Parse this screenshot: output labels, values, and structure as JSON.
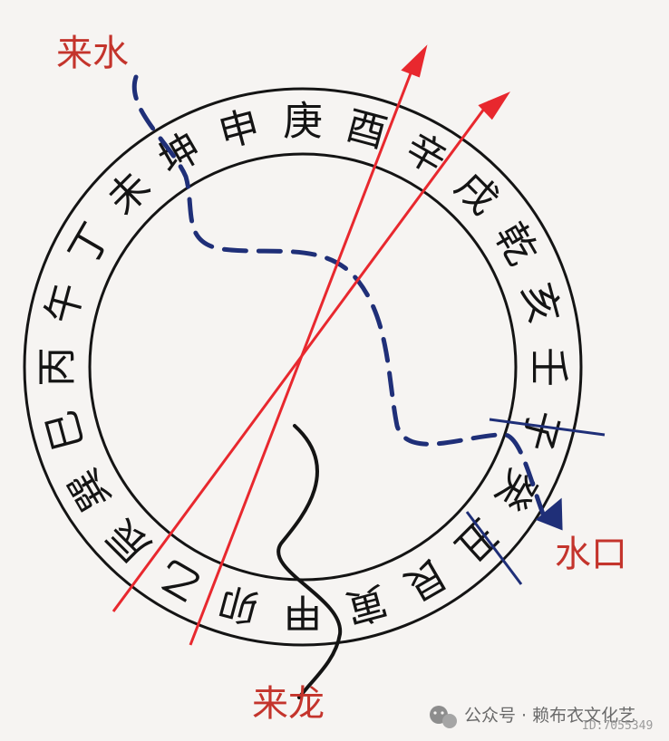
{
  "labels": {
    "incoming_water": "来水",
    "incoming_dragon": "来龙",
    "water_outlet": "水口"
  },
  "ring": {
    "characters": [
      "巽",
      "巳",
      "丙",
      "午",
      "丁",
      "未",
      "坤",
      "申",
      "庚",
      "酉",
      "辛",
      "戌",
      "乾",
      "亥",
      "壬",
      "子",
      "癸",
      "丑",
      "艮",
      "寅",
      "甲",
      "卯",
      "乙",
      "辰"
    ]
  },
  "watermark": {
    "text": "公众号 · 赖布衣文化艺",
    "id": "ID:7055349"
  },
  "colors": {
    "red": "#e8282e",
    "blue_dash": "#1f2f78",
    "black": "#141414",
    "label_red": "#c4342c"
  },
  "icons": [
    "wechat-icon"
  ]
}
